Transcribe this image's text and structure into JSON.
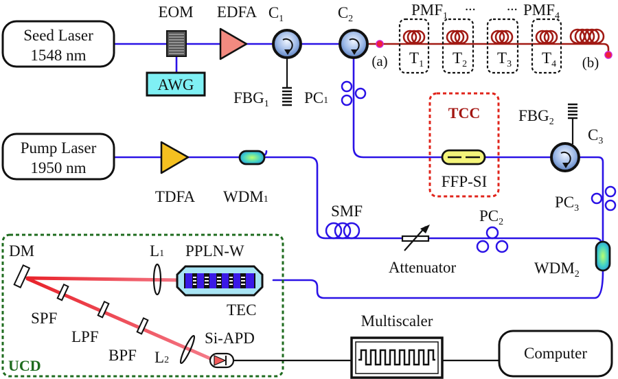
{
  "title": "Experimental setup: fiber temperature sensing with up-conversion detection",
  "colors": {
    "fiber": "#2a12e6",
    "pmf": "#a11a14",
    "tcc_border": "#e0241b",
    "tcc_label": "#a31612",
    "ucd_border": "#1e6b1e",
    "beam": "#e8222a",
    "awg_fill": "#7ff0f4",
    "edfa_fill": "#f28a80",
    "tdfa_fill": "#f4c020",
    "ffp_fill": "#f4f47a",
    "marker": "#f0203a"
  },
  "sources": {
    "seed": {
      "line1": "Seed Laser",
      "line2": "1548 nm"
    },
    "pump": {
      "line1": "Pump Laser",
      "line2": "1950 nm"
    }
  },
  "components": {
    "eom": "EOM",
    "edfa": "EDFA",
    "awg": "AWG",
    "c1": {
      "base": "C",
      "sub": "1"
    },
    "c2": {
      "base": "C",
      "sub": "2"
    },
    "c3": {
      "base": "C",
      "sub": "3"
    },
    "fbg1": {
      "base": "FBG",
      "sub": "1"
    },
    "fbg2": {
      "base": "FBG",
      "sub": "2"
    },
    "pc1": {
      "base": "PC",
      "sub": "1"
    },
    "pc2": {
      "base": "PC",
      "sub": "2"
    },
    "pc3": {
      "base": "PC",
      "sub": "3"
    },
    "pmf1": {
      "base": "PMF",
      "sub": "1"
    },
    "pmf4": {
      "base": "PMF",
      "sub": "4"
    },
    "ellipsis": "...",
    "t1": {
      "base": "T",
      "sub": "1"
    },
    "t2": {
      "base": "T",
      "sub": "2"
    },
    "t3": {
      "base": "T",
      "sub": "3"
    },
    "t4": {
      "base": "T",
      "sub": "4"
    },
    "point_a": "(a)",
    "point_b": "(b)",
    "tcc": "TCC",
    "ffp_si": "FFP-SI",
    "tdfa": "TDFA",
    "wdm1": {
      "base": "WDM",
      "sub": "1"
    },
    "wdm2": {
      "base": "WDM",
      "sub": "2"
    },
    "smf": "SMF",
    "attenuator": "Attenuator",
    "ucd": "UCD",
    "dm": "DM",
    "l1": {
      "base": "L",
      "sub": "1"
    },
    "l2": {
      "base": "L",
      "sub": "2"
    },
    "ppln": "PPLN-W",
    "tec": "TEC",
    "spf": "SPF",
    "lpf": "LPF",
    "bpf": "BPF",
    "si_apd": "Si-APD",
    "multiscaler": "Multiscaler",
    "computer": "Computer"
  }
}
